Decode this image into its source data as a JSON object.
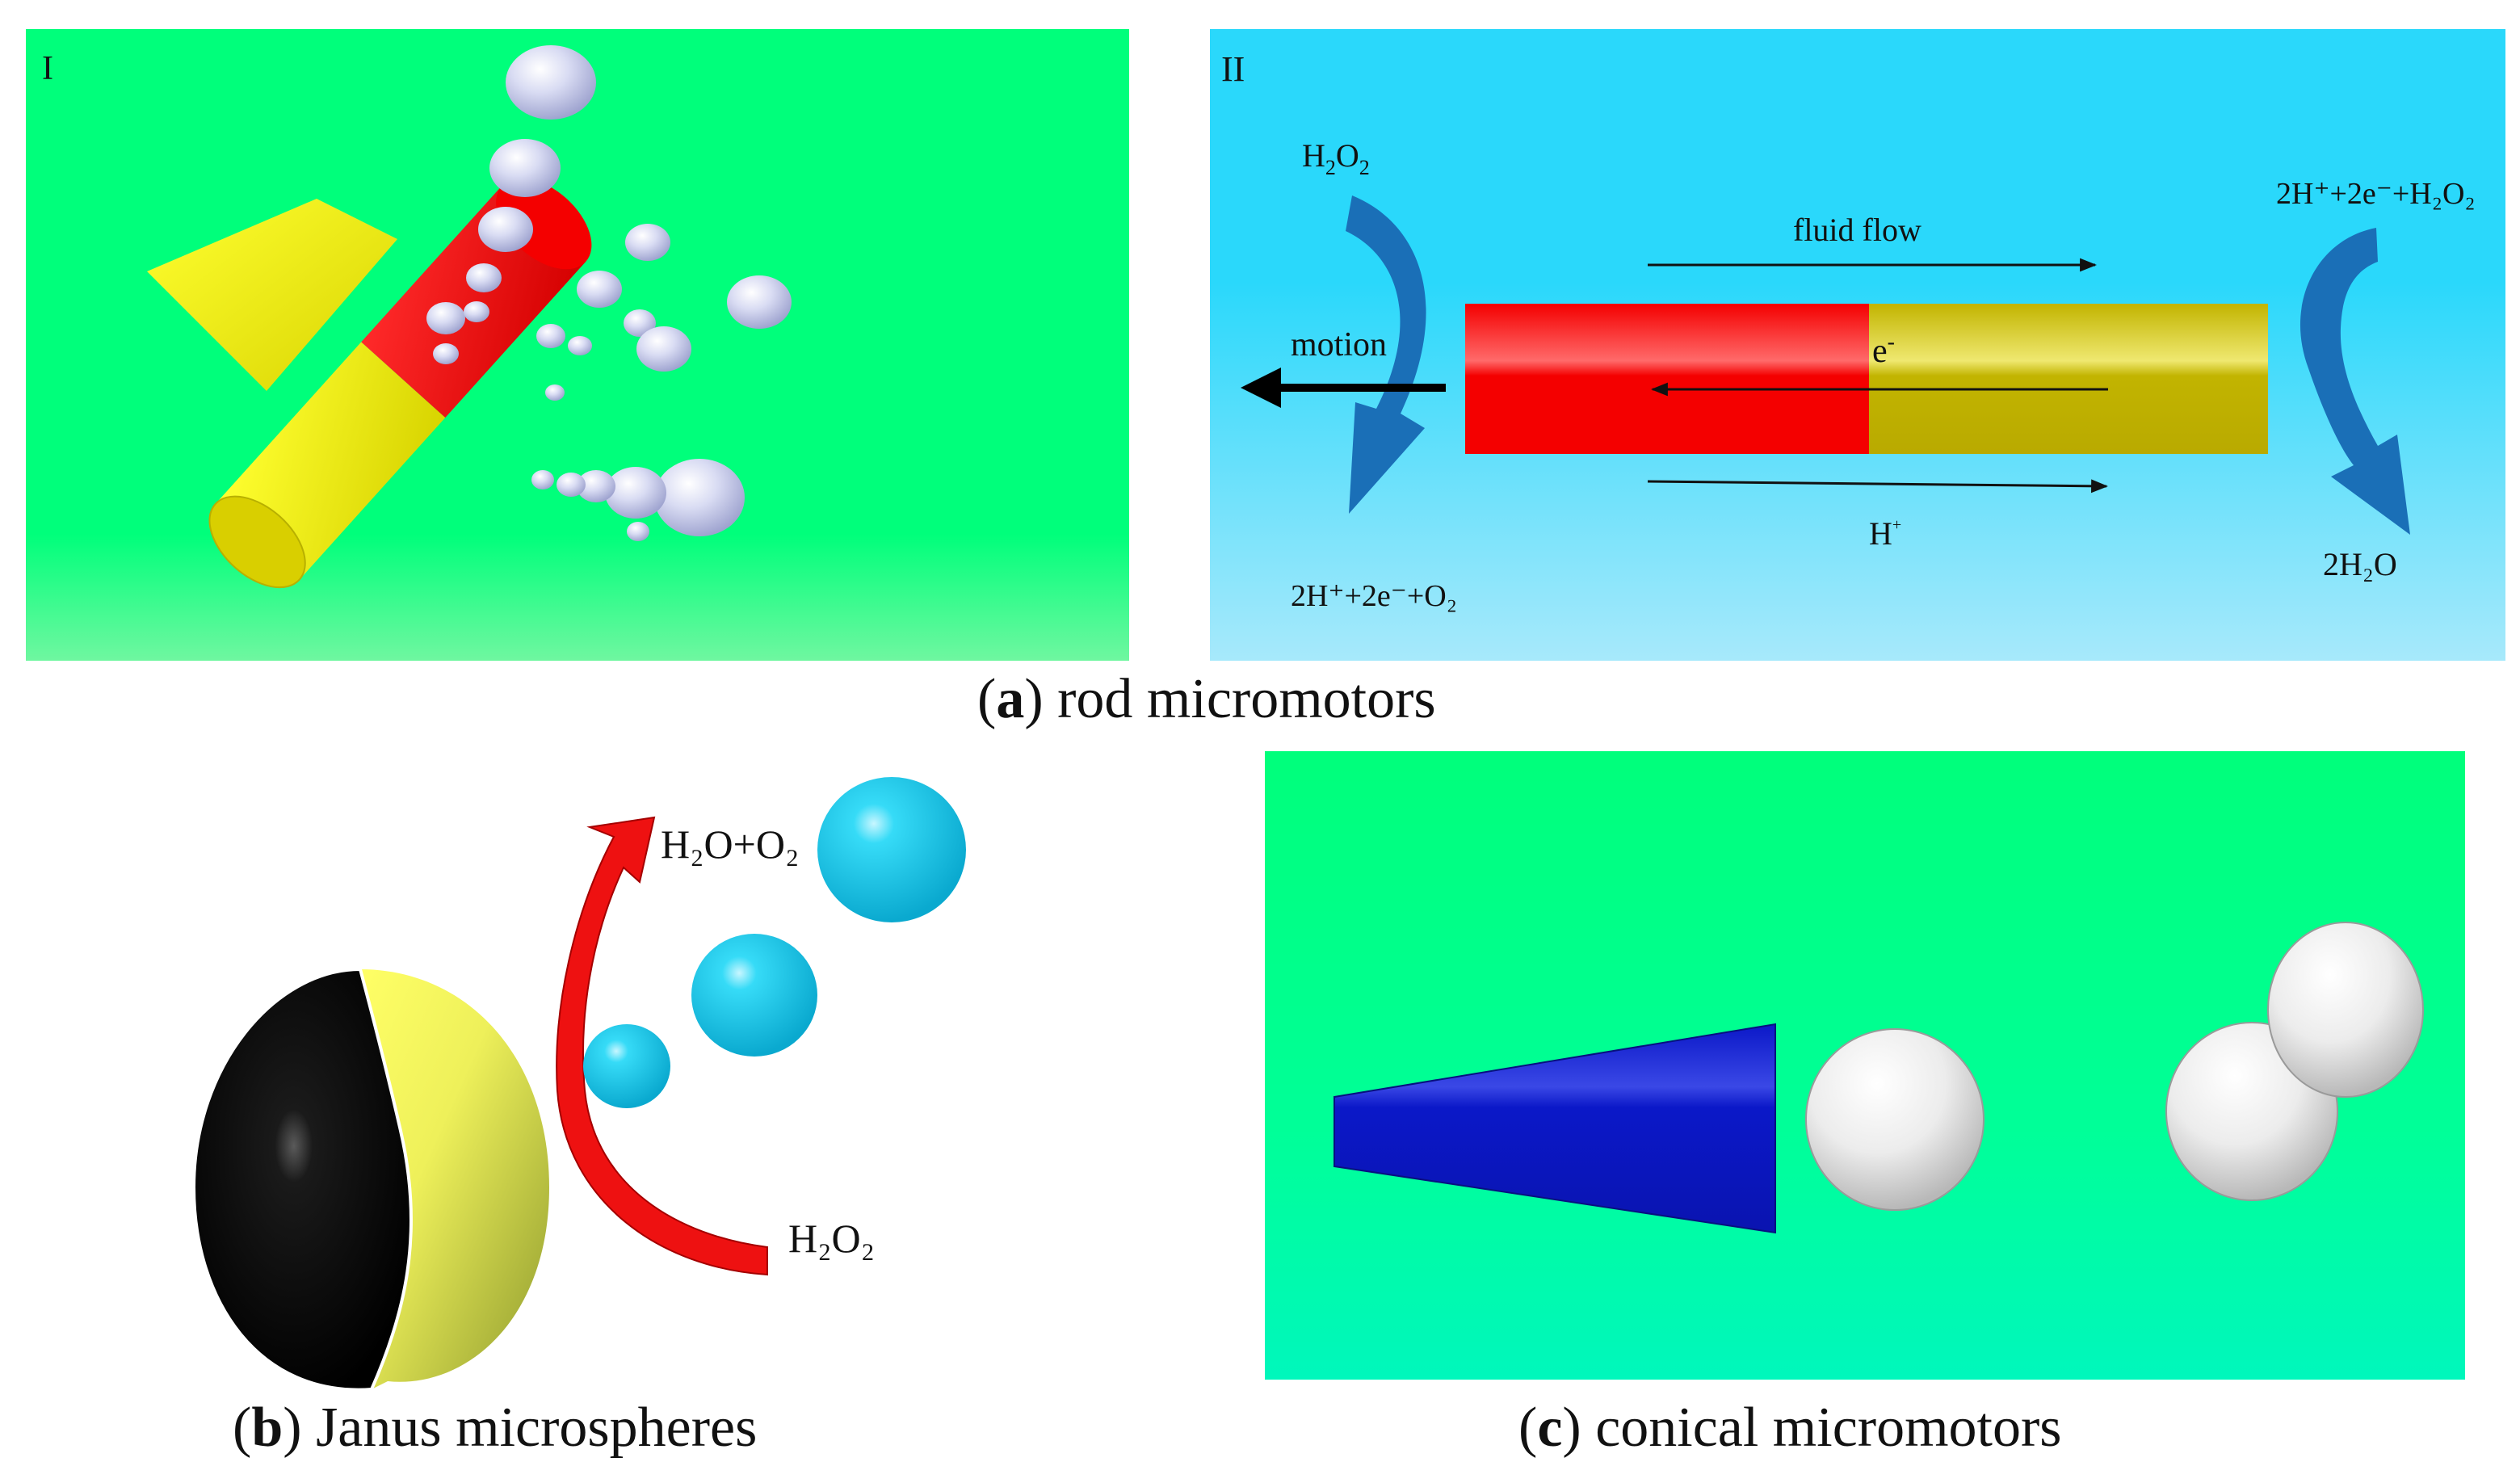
{
  "panels": {
    "a1": {
      "numeral": "I"
    },
    "a2": {
      "numeral": "II",
      "h2o2_top": {
        "base": "H",
        "sub1": "2",
        "mid": "O",
        "sub2": "2"
      },
      "fluid_flow": "fluid flow",
      "motion": "motion",
      "electron": {
        "base": "e",
        "sup": "-"
      },
      "proton": {
        "base": "H",
        "sup": "+"
      },
      "left_bottom_formula": "2H⁺+2e⁻+O₂",
      "right_top_formula": "2H⁺+2e⁻+H₂O₂",
      "right_bottom_formula": "2H₂O"
    },
    "b": {
      "product_formula": "H₂O+O₂",
      "reactant_formula": "H₂O₂"
    }
  },
  "captions": {
    "a": {
      "letter": "a",
      "open": "(",
      "close": ")",
      "text": " rod micromotors"
    },
    "b": {
      "letter": "b",
      "open": "(",
      "close": ")",
      "text": " Janus microspheres"
    },
    "c": {
      "letter": "c",
      "open": "(",
      "close": ")",
      "text": " conical micromotors"
    }
  },
  "colors": {
    "green_bg": "#00ff7b",
    "blue_bg": "#2ad8fb",
    "rod_red": "#f40000",
    "rod_gold": "#c2b400",
    "rod_yellow": "#f4f000",
    "janus_arrow_red": "#ee1111",
    "arrow_blue": "#1a6fb7",
    "bubble_cyan": "#10d3f5",
    "cone_blue": "#0b18c8"
  }
}
